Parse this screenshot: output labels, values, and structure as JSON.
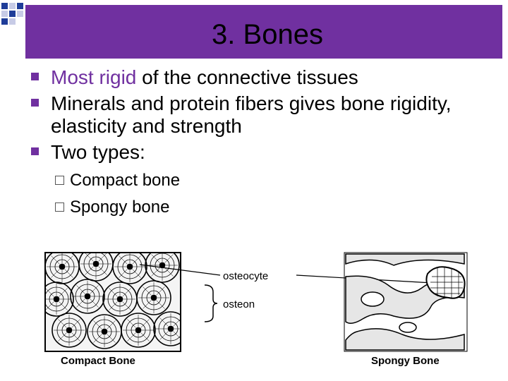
{
  "slide": {
    "title": "3. Bones",
    "bullets": [
      {
        "highlight": "Most rigid",
        "rest": " of the connective tissues"
      },
      {
        "text": "Minerals and protein fibers gives bone rigidity, elasticity and strength"
      },
      {
        "text": "Two types:"
      }
    ],
    "subbullets": [
      "Compact bone",
      "Spongy bone"
    ]
  },
  "figure": {
    "label_osteocyte": "osteocyte",
    "label_osteon": "osteon",
    "caption_compact": "Compact Bone",
    "caption_spongy": "Spongy Bone"
  },
  "colors": {
    "accent": "#7030a0",
    "deco_blue": "#1f3d99"
  }
}
